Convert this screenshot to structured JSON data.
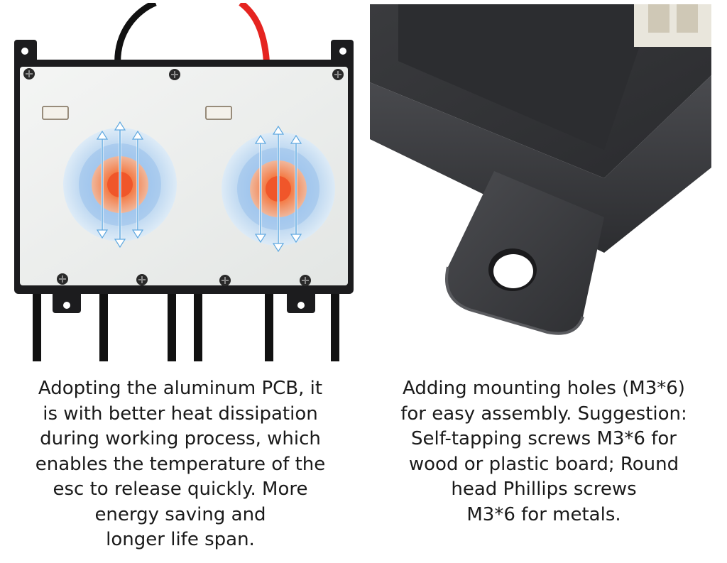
{
  "left_panel": {
    "caption_lines": [
      "Adopting the aluminum PCB, it",
      "is with better heat dissipation",
      "during working process, which",
      "enables the temperature of the",
      "esc to release quickly. More",
      "energy saving and",
      "longer life span."
    ]
  },
  "right_panel": {
    "caption_lines": [
      "Adding mounting holes (M3*6)",
      "for easy assembly. Suggestion:",
      "Self-tapping screws M3*6 for",
      "wood or plastic board; Round",
      "head Phillips screws",
      "M3*6 for metals."
    ]
  },
  "colors": {
    "housing": "#1c1c1e",
    "aluminum_plate": "#eef0ef",
    "heat_core": "#f26a2e",
    "heat_glow": "#f7a37a",
    "cool_ring": "#b9d8f2",
    "red_wire": "#e52420",
    "black_wire": "#111111"
  }
}
